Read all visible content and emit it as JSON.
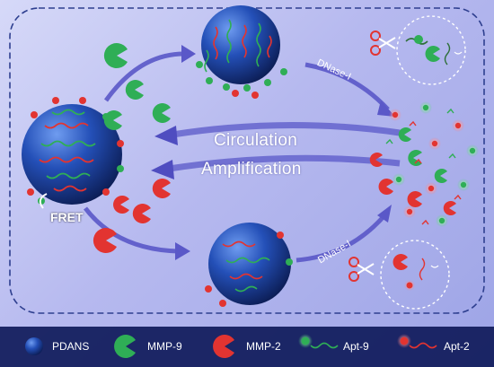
{
  "labels": {
    "circulation": "Circulation",
    "amplification": "Amplification",
    "fret": "FRET",
    "dnase_top": "DNase-I",
    "dnase_bottom": "DNase-I"
  },
  "legend": [
    {
      "label": "PDANS",
      "icon": "sphere-icon"
    },
    {
      "label": "MMP-9",
      "icon": "green-pacman-icon"
    },
    {
      "label": "MMP-2",
      "icon": "red-pacman-icon"
    },
    {
      "label": "Apt-9",
      "icon": "green-aptamer-icon"
    },
    {
      "label": "Apt-2",
      "icon": "red-aptamer-icon"
    }
  ],
  "colors": {
    "sphere": "#1c3f9a",
    "mmp9": "#2fae56",
    "mmp2": "#e23431",
    "apt_strand": "#2f6f3a",
    "arrow": "#5a58c8",
    "border": "#2e3f8f"
  }
}
